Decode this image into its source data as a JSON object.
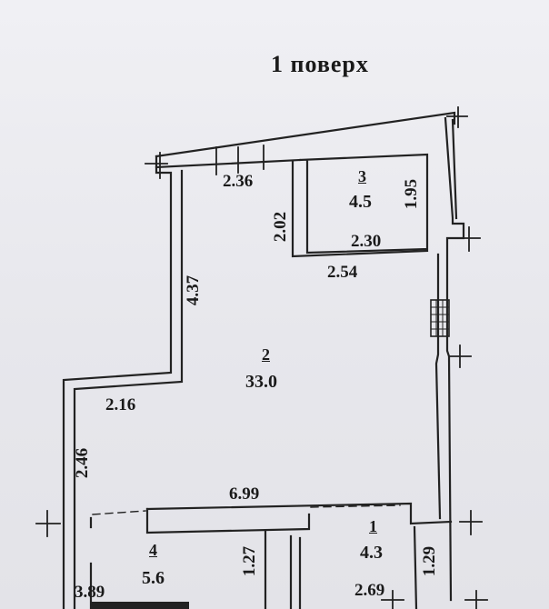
{
  "title": "1 поверх",
  "rooms": [
    {
      "number": "1",
      "area": "4.3"
    },
    {
      "number": "2",
      "area": "33.0"
    },
    {
      "number": "3",
      "area": "4.5"
    },
    {
      "number": "4",
      "area": "5.6"
    }
  ],
  "dimensions": {
    "top_wall": "2.36",
    "room3_right": "1.95",
    "room3_left": "2.02",
    "room3_bottom": "2.30",
    "room2_top_right": "2.54",
    "room2_left_upper": "4.37",
    "room2_left_step": "2.16",
    "room2_left_lower": "2.46",
    "room2_bottom": "6.99",
    "room4_right": "1.27",
    "room4_bottom": "3.89",
    "room1_right": "1.29",
    "room1_bottom": "2.69"
  }
}
